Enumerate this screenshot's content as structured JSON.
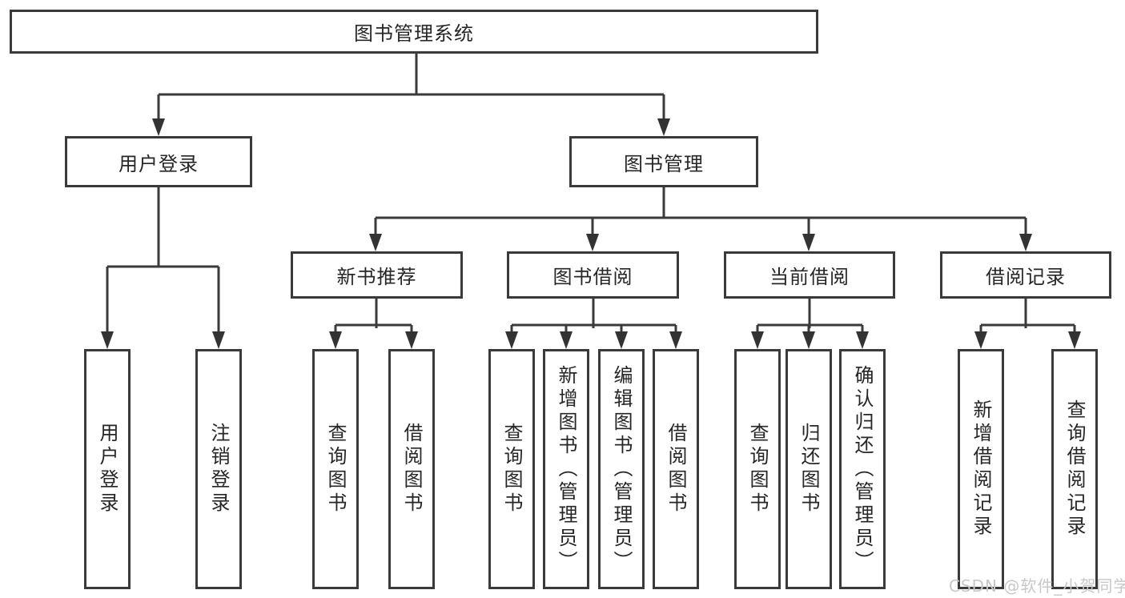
{
  "diagram": {
    "root": {
      "label": "图书管理系统"
    },
    "branches": [
      {
        "label": "用户登录",
        "children": [
          {
            "label": "用户登录"
          },
          {
            "label": "注销登录"
          }
        ]
      },
      {
        "label": "图书管理",
        "children": [
          {
            "label": "新书推荐",
            "children": [
              {
                "label": "查询图书"
              },
              {
                "label": "借阅图书"
              }
            ]
          },
          {
            "label": "图书借阅",
            "children": [
              {
                "label": "查询图书"
              },
              {
                "label": "新增图书（管理员）"
              },
              {
                "label": "编辑图书（管理员）"
              },
              {
                "label": "借阅图书"
              }
            ]
          },
          {
            "label": "当前借阅",
            "children": [
              {
                "label": "查询图书"
              },
              {
                "label": "归还图书"
              },
              {
                "label": "确认归还（管理员）"
              }
            ]
          },
          {
            "label": "借阅记录",
            "children": [
              {
                "label": "新增借阅记录"
              },
              {
                "label": "查询借阅记录"
              }
            ]
          }
        ]
      }
    ]
  },
  "watermark": {
    "text": "CSDN @软件_小贺同学"
  },
  "colors": {
    "background": "#ffffff",
    "line": "#3a3a3a",
    "box_border": "#3a3a3a",
    "label_text": "#262626",
    "watermark_text": "#c8c8c8"
  }
}
